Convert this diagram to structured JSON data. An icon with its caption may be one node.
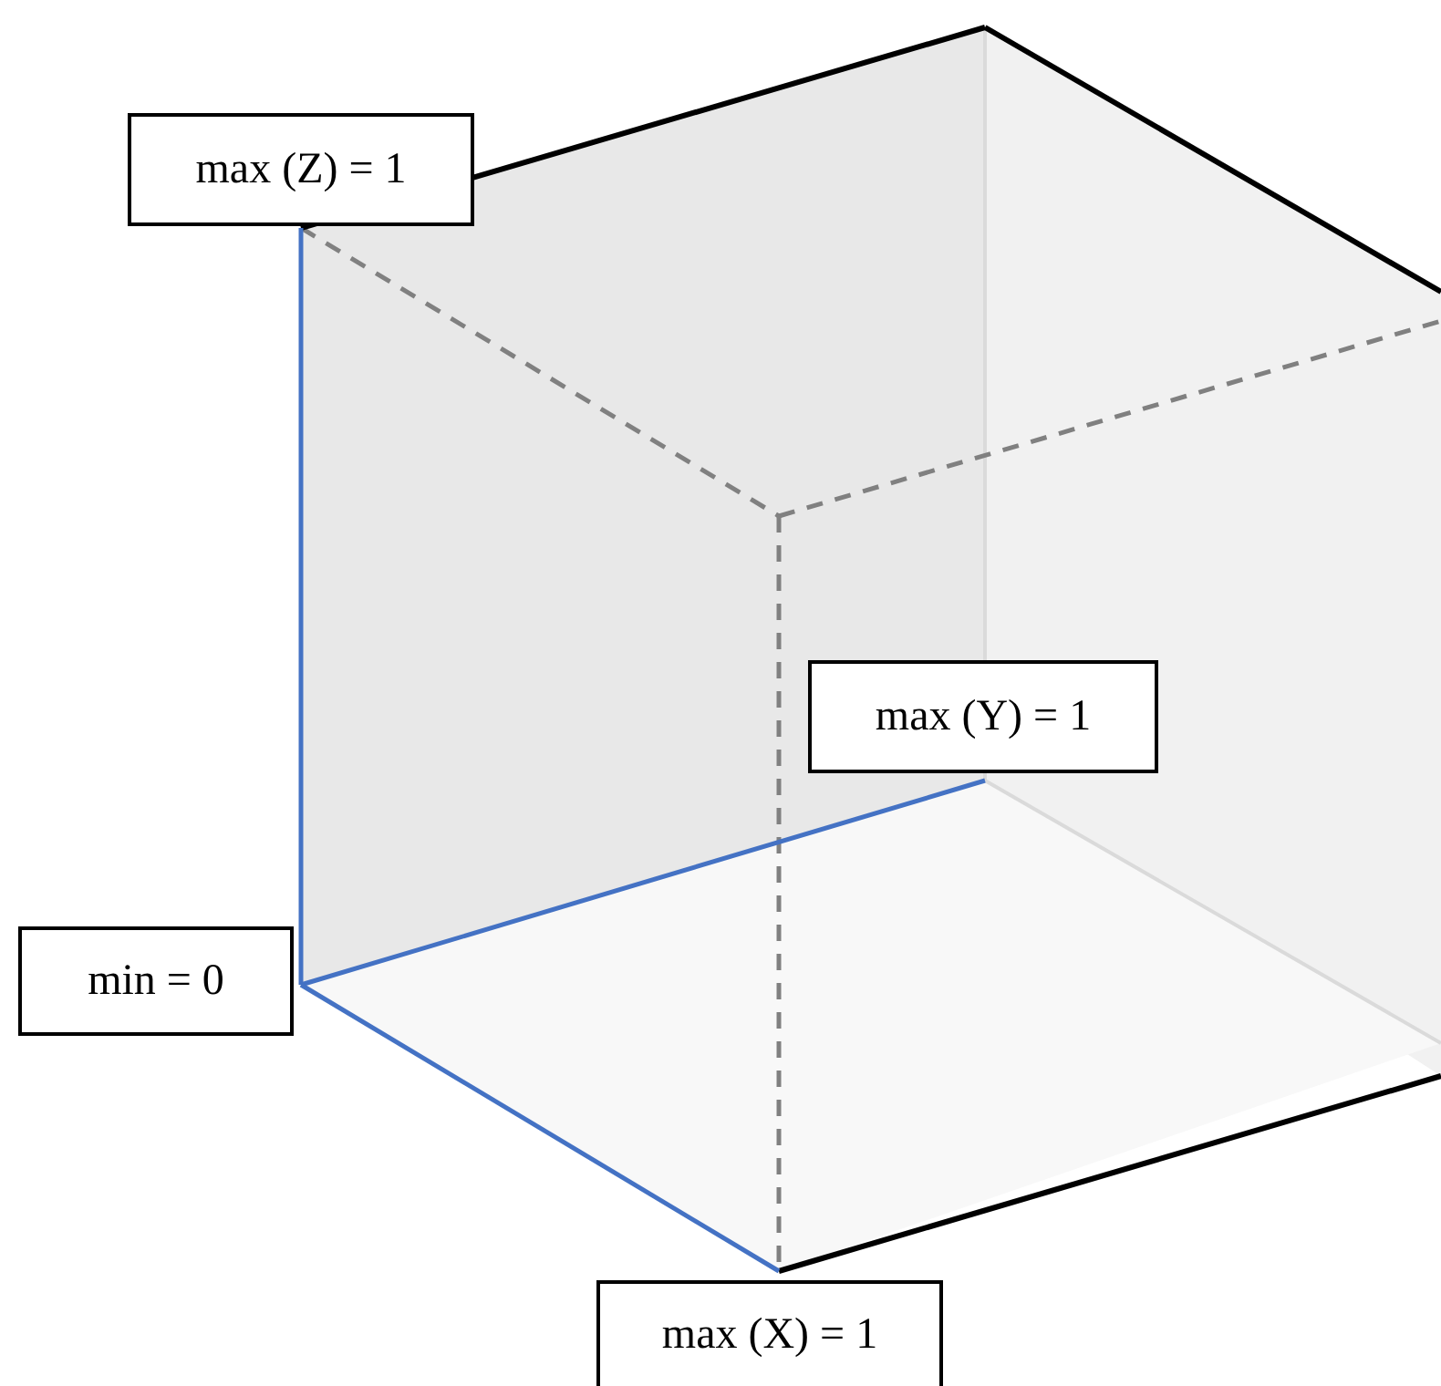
{
  "diagram": {
    "nodes": [
      {
        "text": [
          "max (Z) = 1"
        ]
      },
      {
        "text": [
          "max (Y) = 1"
        ]
      },
      {
        "text": [
          "min = 0"
        ]
      },
      {
        "text": [
          "max (X) = 1"
        ]
      }
    ]
  }
}
